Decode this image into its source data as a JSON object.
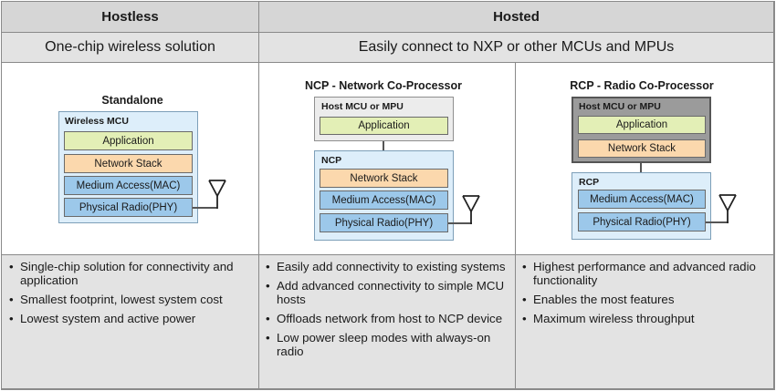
{
  "columns": {
    "hostless": {
      "header": "Hostless",
      "subheader": "One-chip wireless solution",
      "bullets": [
        "Single-chip solution for connectivity and application",
        "Smallest footprint, lowest system cost",
        "Lowest system and active power"
      ]
    },
    "hosted": {
      "header": "Hosted",
      "subheader": "Easily connect to NXP or other MCUs and MPUs"
    },
    "ncp": {
      "bullets": [
        "Easily add connectivity to existing systems",
        "Add advanced connectivity to simple MCU hosts",
        "Offloads network from host to NCP device",
        "Low power sleep modes with always-on radio"
      ]
    },
    "rcp": {
      "bullets": [
        "Highest performance and advanced radio functionality",
        "Enables the most features",
        "Maximum wireless throughput"
      ]
    }
  },
  "diagrams": {
    "standalone": {
      "title": "Standalone",
      "panel_label": "Wireless MCU",
      "blocks": [
        "Application",
        "Network Stack",
        "Medium Access(MAC)",
        "Physical Radio(PHY)"
      ]
    },
    "ncp": {
      "title": "NCP - Network Co-Processor",
      "host_label": "Host MCU or MPU",
      "host_blocks": [
        "Application"
      ],
      "panel_label": "NCP",
      "blocks": [
        "Network Stack",
        "Medium Access(MAC)",
        "Physical Radio(PHY)"
      ]
    },
    "rcp": {
      "title": "RCP - Radio Co-Processor",
      "host_label": "Host MCU or MPU",
      "host_blocks": [
        "Application",
        "Network Stack"
      ],
      "panel_label": "RCP",
      "blocks": [
        "Medium Access(MAC)",
        "Physical Radio(PHY)"
      ]
    }
  },
  "colors": {
    "header_bg": "#d6d6d6",
    "subheader_bg": "#e3e3e3",
    "application": "#e3efb6",
    "network_stack": "#fbd8ad",
    "mac_phy": "#9cc8ea",
    "mcu_panel": "#ddeefa"
  }
}
